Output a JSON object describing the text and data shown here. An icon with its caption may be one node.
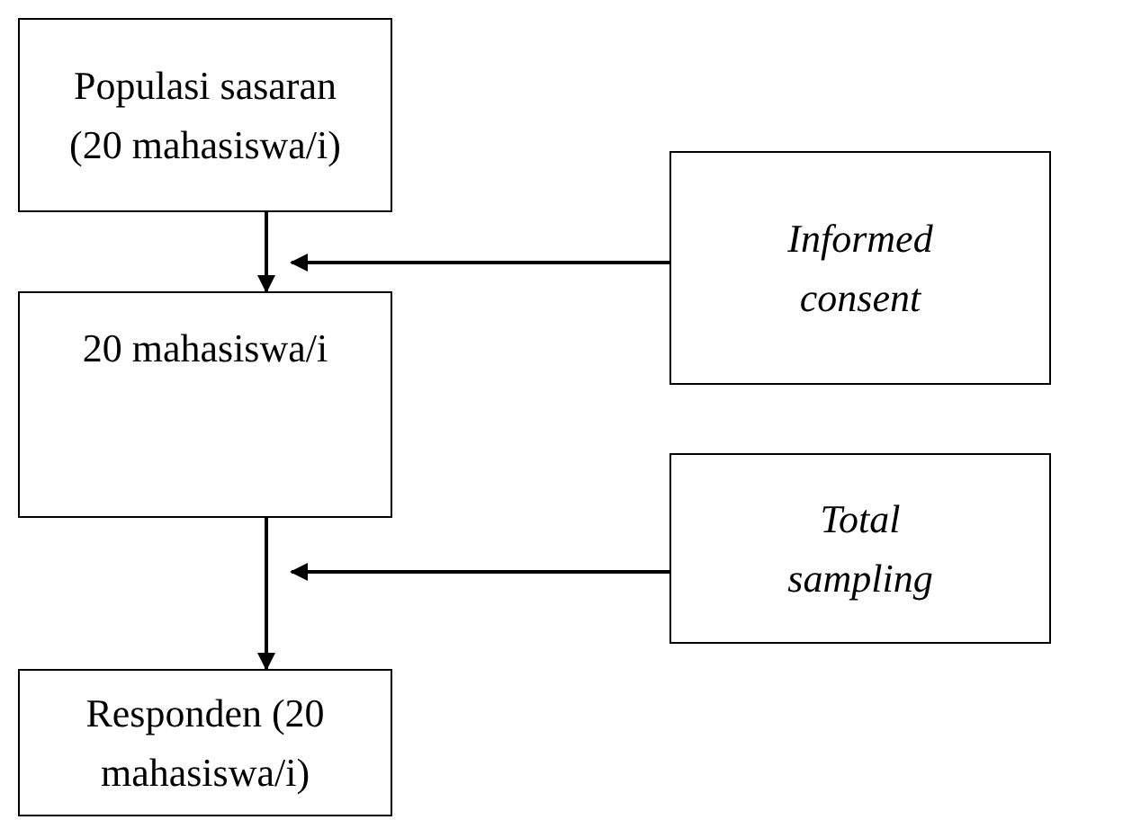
{
  "diagram": {
    "nodes": [
      {
        "text": [
          "Populasi sasaran (20 mahasiswa/i)"
        ]
      },
      {
        "text": [
          "Informed consent"
        ]
      },
      {
        "text": [
          "20 mahasiswa/i"
        ]
      },
      {
        "text": [
          "Total sampling"
        ]
      },
      {
        "text": [
          "Responden (20 mahasiswa/i)"
        ]
      }
    ],
    "edges": [
      {
        "from": 0,
        "to": 2,
        "arrow": "to"
      },
      {
        "from": 1,
        "to": 2,
        "arrow": "to"
      },
      {
        "from": 2,
        "to": 4,
        "arrow": "to"
      },
      {
        "from": 3,
        "to": null,
        "arrow": "to"
      }
    ]
  }
}
